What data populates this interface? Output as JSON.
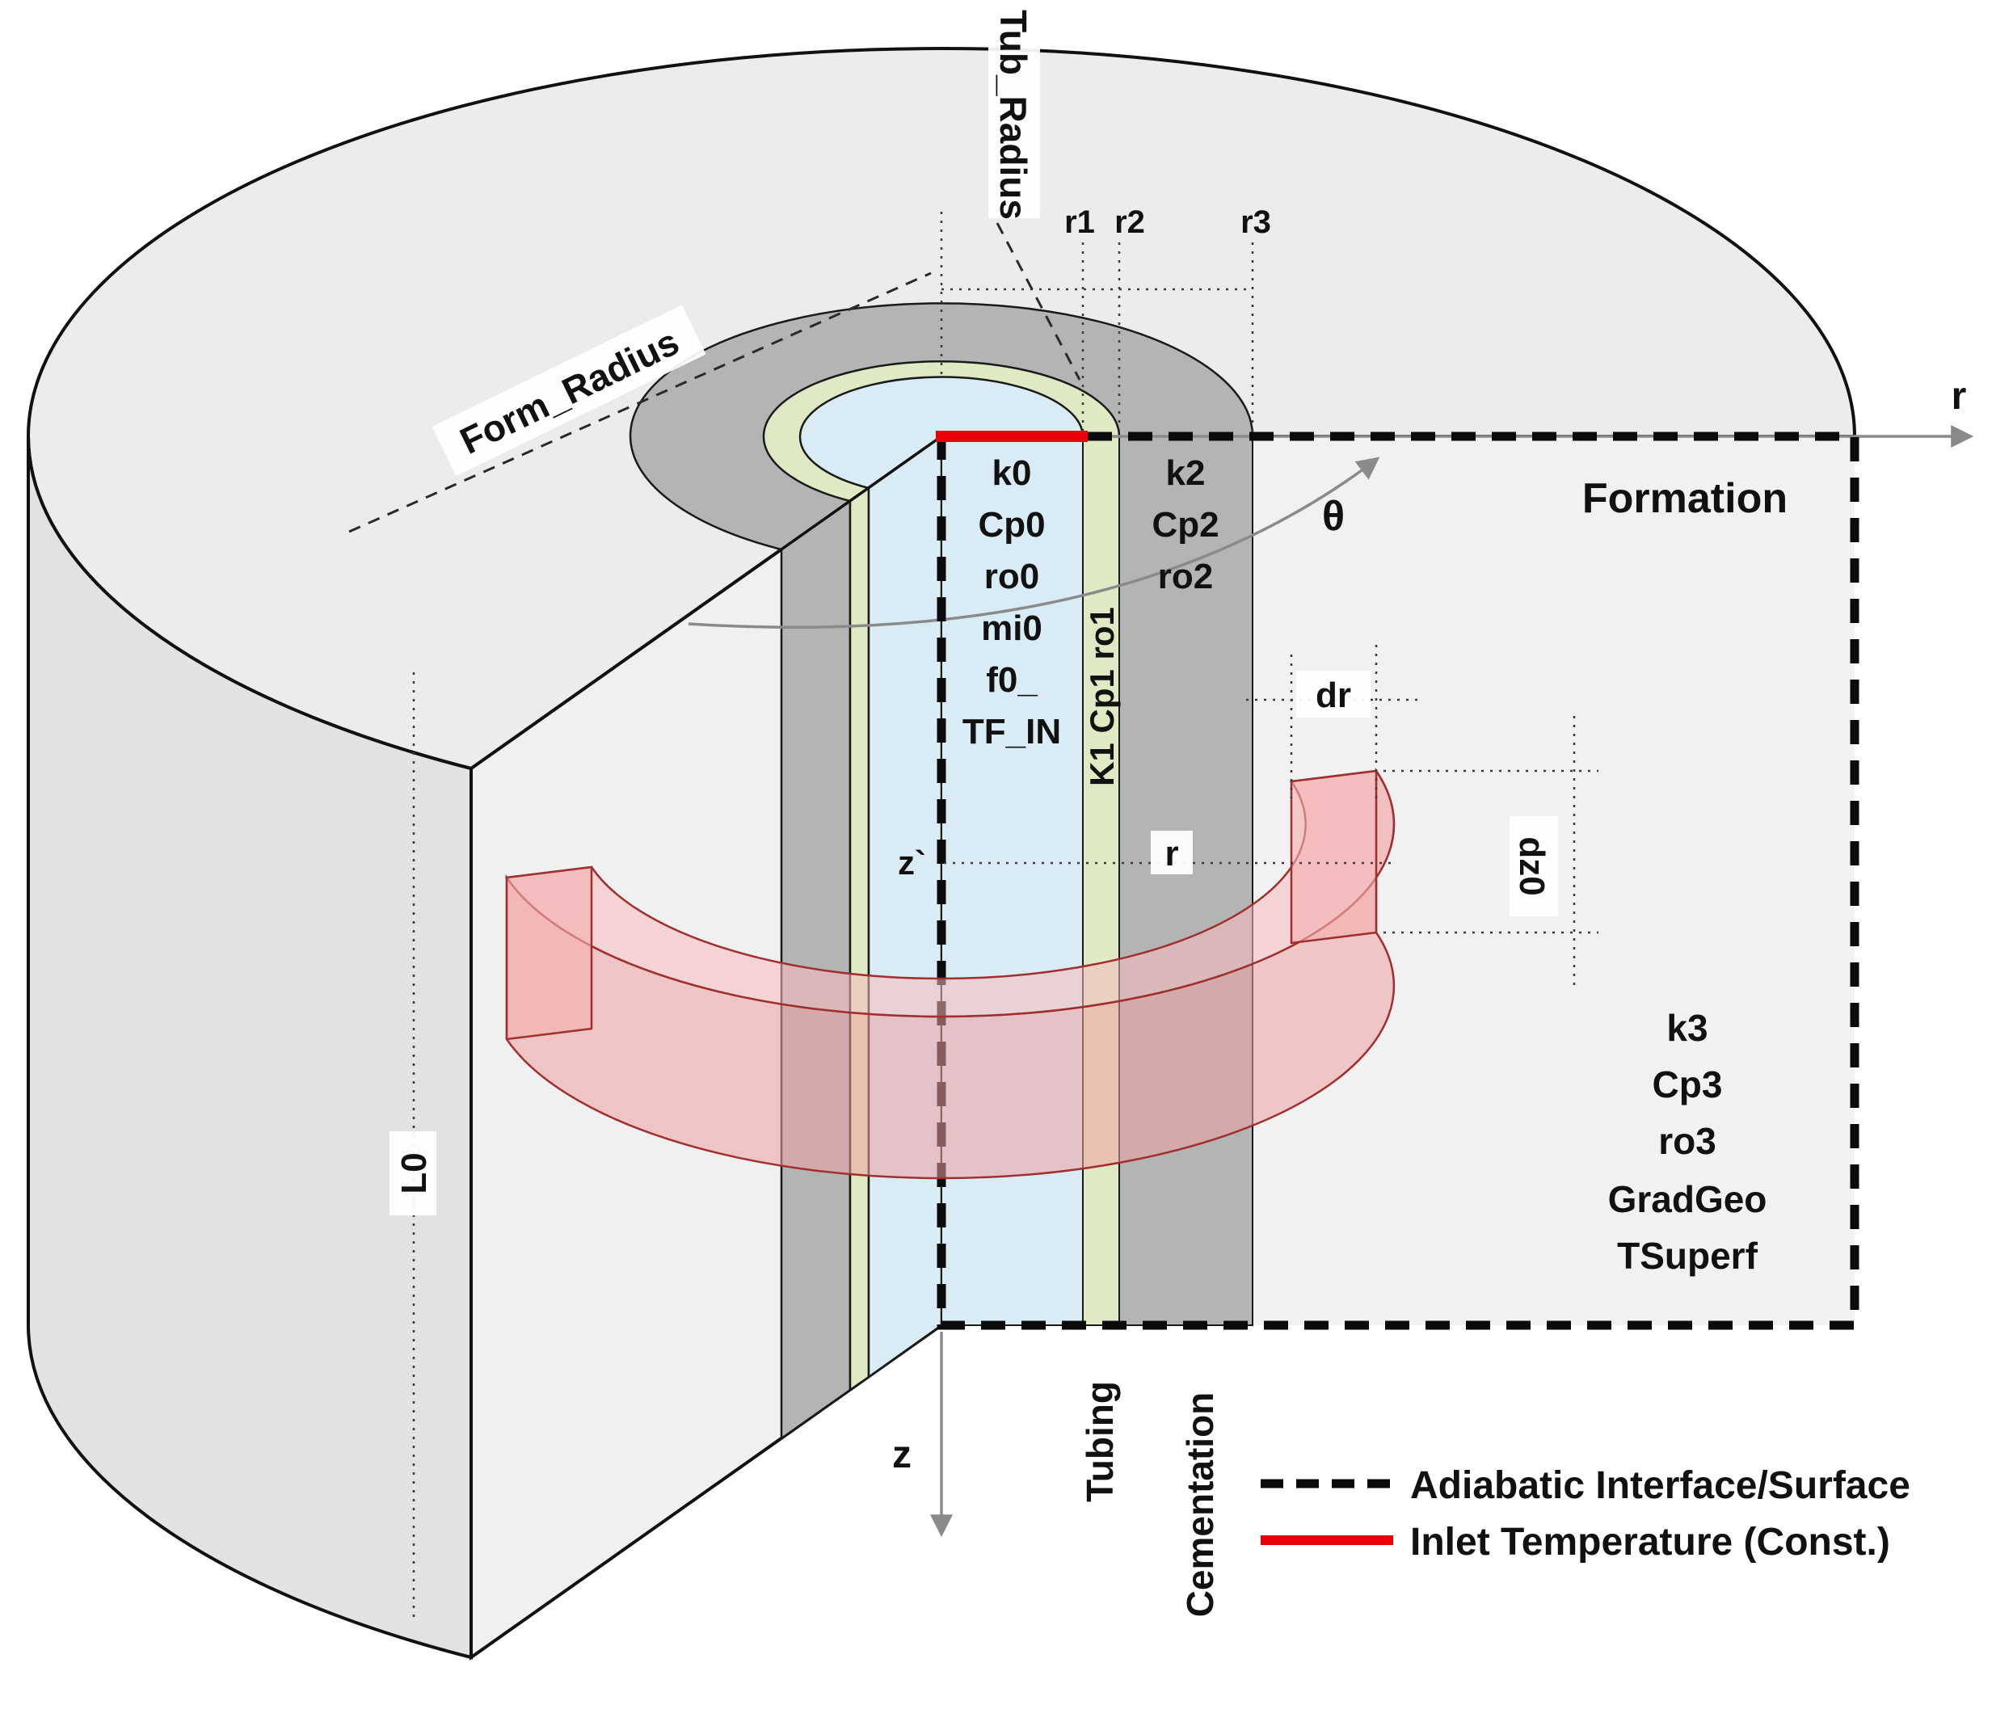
{
  "diagram": {
    "axes": {
      "r": "r",
      "z": "z",
      "theta": "θ",
      "local_z": "z`",
      "local_r": "r"
    },
    "dims": {
      "tub_radius": "Tub_Radius",
      "form_radius": "Form_Radius",
      "r1": "r1",
      "r2": "r2",
      "r3": "r3",
      "l0": "L0",
      "dr": "dr",
      "dz0": "dz0"
    },
    "formation": {
      "title": "Formation",
      "props": [
        "k3",
        "Cp3",
        "ro3",
        "GradGeo",
        "TSuperf"
      ]
    },
    "fluid": {
      "props": [
        "k0",
        "Cp0",
        "ro0",
        "mi0",
        "f0_",
        "TF_IN"
      ]
    },
    "tubing": {
      "props": "K1 Cp1 ro1",
      "label": "Tubing"
    },
    "cement": {
      "props": [
        "k2",
        "Cp2",
        "ro2"
      ],
      "label": "Cementation"
    },
    "legend": {
      "adiabatic": "Adiabatic Interface/Surface",
      "inlet": "Inlet Temperature (Const.)"
    },
    "colors": {
      "fluid": "#d9ecf5",
      "tubing": "#dfe9c3",
      "cement": "#b4b4b4",
      "formation_top": "#ececec",
      "formation_side": "#e2e2e2",
      "formation_left": "#f0f0f0",
      "formation_plane": "#f1f1f1",
      "slice_top": "#f6bcbc",
      "slice_side": "#efa0a0",
      "slice_cap": "#f3afaf",
      "inlet": "#e8000b",
      "boundary": "#0a0a0a"
    }
  }
}
